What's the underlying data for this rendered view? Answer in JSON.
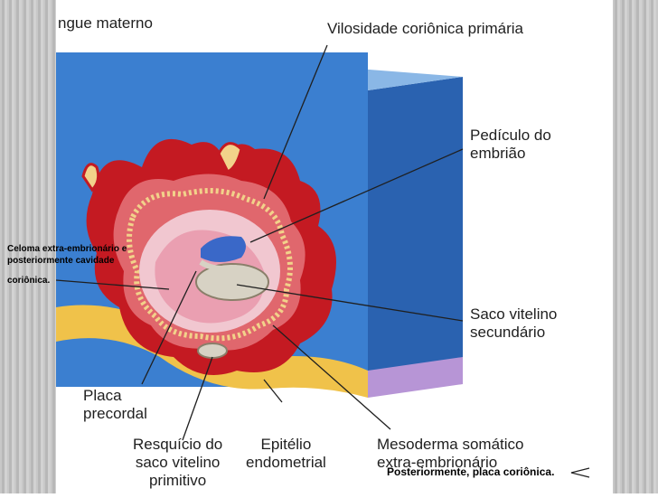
{
  "labels": {
    "sangue_materno": "ngue materno",
    "vilosidade": "Vilosidade coriônica primária",
    "pediculo": "Pedículo do\nembrião",
    "saco_vitelino_secundario": "Saco vitelino\nsecundário",
    "placa_precordal": "Placa\nprecordal",
    "resquicio": "Resquício do\nsaco vitelino\nprimitivo",
    "epitelio": "Epitélio\nendometrial",
    "mesoderma": "Mesoderma somático\nextra-embrionário"
  },
  "annotations": {
    "celoma_line1": "Celoma extra-embrionário e",
    "celoma_line2": "posteriormente cavidade",
    "celoma_line3": "coriônica.",
    "placa_corionica": "Posteriormente, placa coriônica."
  },
  "colors": {
    "endometrium_front": "#3b7fd0",
    "endometrium_top": "#8ab7e6",
    "endometrium_side": "#2a62b0",
    "trophoblast": "#c41a22",
    "cavity": "#f1c7d0",
    "yolk_sac": "#d7d2c4",
    "epithelium": "#f0c24a"
  }
}
